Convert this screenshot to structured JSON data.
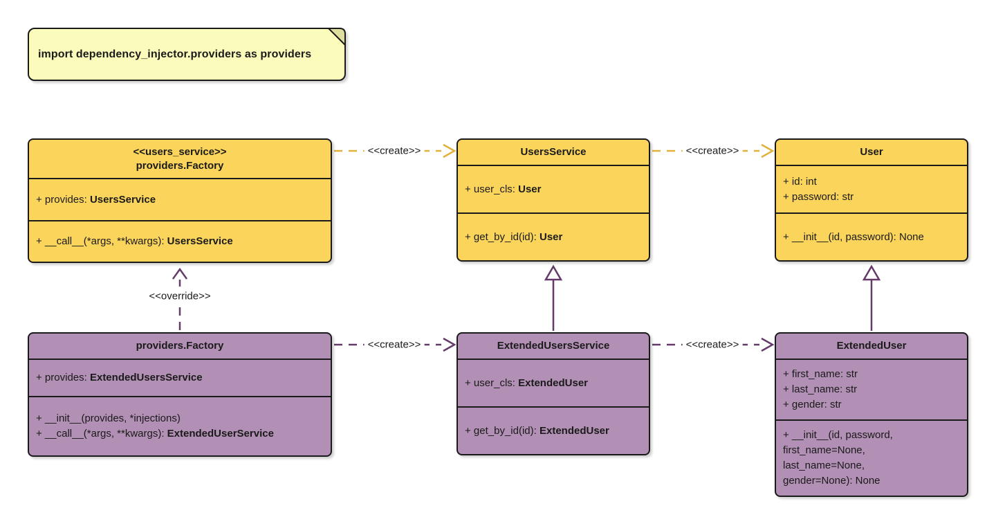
{
  "note": {
    "text": "import dependency_injector.providers as providers"
  },
  "colors": {
    "yellow_fill": "#FBD45C",
    "purple_fill": "#B28FB4",
    "note_fill": "#FBFBBB",
    "yellow_arrow": "#E0B23C",
    "purple_arrow": "#653A6B"
  },
  "classes": [
    {
      "id": "users-service-factory",
      "stereotype": "<<users_service>>",
      "name": "providers.Factory",
      "attributes": [
        {
          "text": "+ provides: ",
          "type": "UsersService"
        }
      ],
      "methods": [
        {
          "text": "+ __call__(*args, **kwargs): ",
          "type": "UsersService"
        }
      ]
    },
    {
      "id": "users-service",
      "name": "UsersService",
      "attributes": [
        {
          "text": "+ user_cls: ",
          "type": "User"
        }
      ],
      "methods": [
        {
          "text": "+ get_by_id(id): ",
          "type": "User"
        }
      ]
    },
    {
      "id": "user",
      "name": "User",
      "attributes": [
        {
          "text": "+ id: int"
        },
        {
          "text": "+ password: str"
        }
      ],
      "methods": [
        {
          "text": "+ __init__(id, password): None"
        }
      ]
    },
    {
      "id": "extended-factory",
      "name": "providers.Factory",
      "attributes": [
        {
          "text": "+ provides: ",
          "type": "ExtendedUsersService"
        }
      ],
      "methods": [
        {
          "text": "+ __init__(provides, *injections)"
        },
        {
          "text": "+ __call__(*args, **kwargs): ",
          "type": "ExtendedUserService"
        }
      ]
    },
    {
      "id": "extended-users-service",
      "name": "ExtendedUsersService",
      "attributes": [
        {
          "text": "+ user_cls: ",
          "type": "ExtendedUser"
        }
      ],
      "methods": [
        {
          "text": "+ get_by_id(id): ",
          "type": "ExtendedUser"
        }
      ]
    },
    {
      "id": "extended-user",
      "name": "ExtendedUser",
      "attributes": [
        {
          "text": "+ first_name: str"
        },
        {
          "text": "+ last_name: str"
        },
        {
          "text": "+ gender: str"
        }
      ],
      "methods": [
        {
          "text": "+ __init__(id, password,"
        },
        {
          "text": "first_name=None,"
        },
        {
          "text": "last_name=None,"
        },
        {
          "text": "gender=None): None"
        }
      ]
    }
  ],
  "edges": [
    {
      "type": "create",
      "from": "users-service-factory",
      "to": "users-service",
      "label": "<<create>>"
    },
    {
      "type": "create",
      "from": "users-service",
      "to": "user",
      "label": "<<create>>"
    },
    {
      "type": "override",
      "from": "extended-factory",
      "to": "users-service-factory",
      "label": "<<override>>"
    },
    {
      "type": "create",
      "from": "extended-factory",
      "to": "extended-users-service",
      "label": "<<create>>"
    },
    {
      "type": "create",
      "from": "extended-users-service",
      "to": "extended-user",
      "label": "<<create>>"
    },
    {
      "type": "inheritance",
      "from": "extended-users-service",
      "to": "users-service"
    },
    {
      "type": "inheritance",
      "from": "extended-user",
      "to": "user"
    }
  ]
}
